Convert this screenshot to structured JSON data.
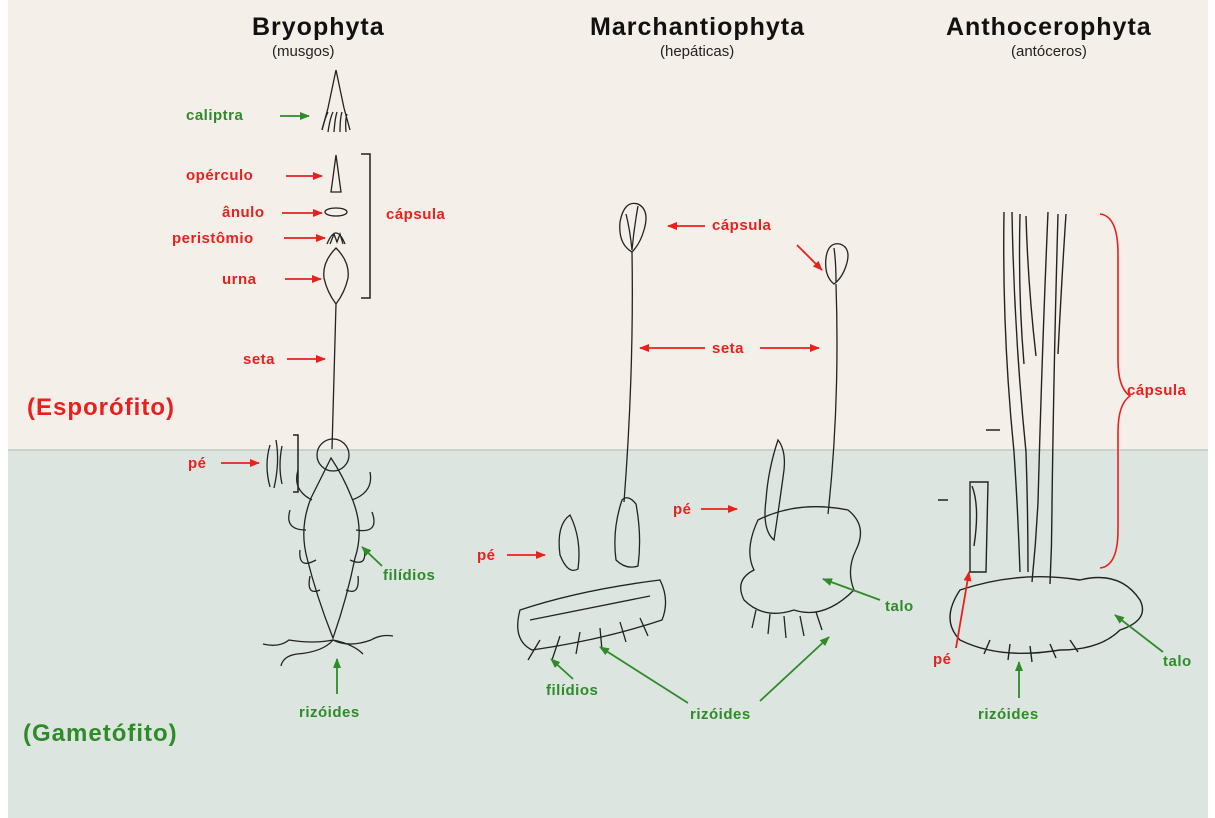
{
  "groups": [
    {
      "name": "Bryophyta",
      "common": "(musgos)"
    },
    {
      "name": "Marchantiophyta",
      "common": "(hepáticas)"
    },
    {
      "name": "Anthocerophyta",
      "common": "(antóceros)"
    }
  ],
  "phases": {
    "sporophyte": "(Esporófito)",
    "gametophyte": "(Gametófito)"
  },
  "labels": {
    "caliptra": "caliptra",
    "operculo": "opérculo",
    "anulo": "ânulo",
    "peristomio": "peristômio",
    "urna": "urna",
    "capsula": "cápsula",
    "seta": "seta",
    "pe": "pé",
    "filidios": "filídios",
    "rizoides": "rizóides",
    "talo": "talo"
  },
  "colors": {
    "red": "#e8211f",
    "green": "#2f8a2a",
    "sporophyte_bg": "#f4efe9",
    "gametophyte_bg": "#dde5e0"
  }
}
